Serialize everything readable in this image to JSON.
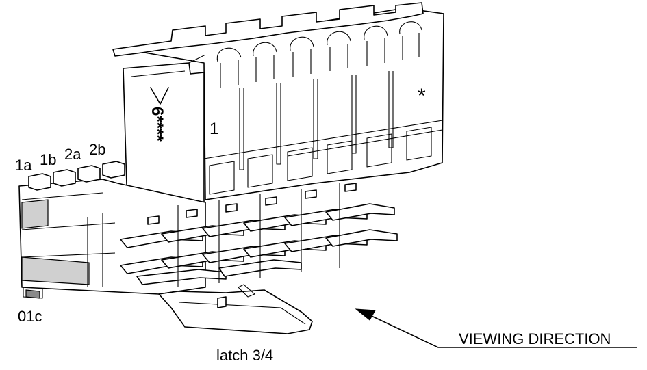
{
  "labels": {
    "pin_1a": "1a",
    "pin_1b": "1b",
    "pin_2a": "2a",
    "pin_2b": "2b",
    "pin_01c": "01c",
    "latch": "latch 3/4",
    "viewing_direction": "VIEWING DIRECTION",
    "marking_number": "1",
    "marking_asterisk": "*",
    "marking_side_code": "6****"
  }
}
